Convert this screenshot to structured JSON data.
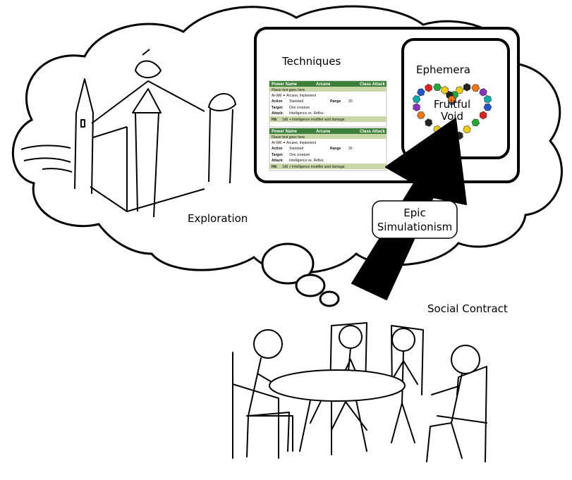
{
  "labels": {
    "techniques": "Techniques",
    "ephemera": "Ephemera",
    "fruitful_line1": "Fruitful",
    "fruitful_line2": "Void",
    "exploration": "Exploration",
    "epic_line1": "Epic",
    "epic_line2": "Simulationism",
    "social_contract": "Social Contract"
  },
  "power_cards": [
    {
      "name": "Power Name",
      "header_note": "Arcane",
      "class_label": "Class Attack 1",
      "flavor": "Flavor text goes here.",
      "usage": "At-Will ✦ Arcane, Implement",
      "action": "Standard",
      "range_label": "Range",
      "range": "20",
      "target": "One creature",
      "attack": "Intelligence vs. Reflex",
      "hit": "1d6 + Intelligence modifier acid damage."
    },
    {
      "name": "Power Name",
      "header_note": "Arcane",
      "class_label": "Class Attack 1",
      "flavor": "Flavor text goes here.",
      "usage": "At-Will ✦ Arcane, Implement",
      "action": "Standard",
      "range_label": "Range",
      "range": "20",
      "target": "One creature",
      "attack": "Intelligence vs. Reflex",
      "hit": "1d6 + Intelligence modifier acid damage."
    }
  ],
  "field_labels": {
    "action": "Action",
    "target": "Target:",
    "attack": "Attack:",
    "hit": "Hit:"
  },
  "colors": {
    "card_green": "#3e7f3a",
    "card_row": "#c8d6a8",
    "dice": [
      "#2255cc",
      "#dd2222",
      "#22aa33",
      "#eecc11",
      "#222222",
      "#ee7711",
      "#8833bb",
      "#11aaaa"
    ]
  }
}
